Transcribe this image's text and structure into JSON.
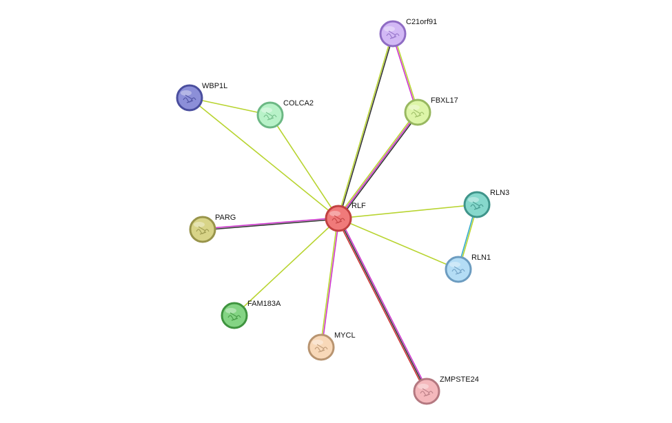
{
  "nodes": [
    {
      "id": "RLF",
      "label": "RLF",
      "color": "#f07a7a",
      "stroke": "#c04040",
      "center": true
    },
    {
      "id": "C21orf91",
      "label": "C21orf91",
      "color": "#d2b8f5",
      "stroke": "#8f6cc4"
    },
    {
      "id": "FBXL17",
      "label": "FBXL17",
      "color": "#ddf5a8",
      "stroke": "#98b860"
    },
    {
      "id": "WBP1L",
      "label": "WBP1L",
      "color": "#8c8fd8",
      "stroke": "#4a4e9e"
    },
    {
      "id": "COLCA2",
      "label": "COLCA2",
      "color": "#b8f2c8",
      "stroke": "#6cb884"
    },
    {
      "id": "RLN3",
      "label": "RLN3",
      "color": "#86d8cc",
      "stroke": "#3f948a"
    },
    {
      "id": "PARG",
      "label": "PARG",
      "color": "#d8d488",
      "stroke": "#98944a"
    },
    {
      "id": "RLN1",
      "label": "RLN1",
      "color": "#b4ddf5",
      "stroke": "#6c9cc0"
    },
    {
      "id": "FAM183A",
      "label": "FAM183A",
      "color": "#84d484",
      "stroke": "#3f943f"
    },
    {
      "id": "MYCL",
      "label": "MYCL",
      "color": "#f8d8b8",
      "stroke": "#b89470"
    },
    {
      "id": "ZMPSTE24",
      "label": "ZMPSTE24",
      "color": "#f4b8bc",
      "stroke": "#b47880"
    }
  ],
  "edges": [
    {
      "source": "RLF",
      "target": "C21orf91",
      "colors": [
        "#b8d430",
        "#333333"
      ]
    },
    {
      "source": "C21orf91",
      "target": "FBXL17",
      "colors": [
        "#b8d430",
        "#cc33cc"
      ]
    },
    {
      "source": "RLF",
      "target": "FBXL17",
      "colors": [
        "#b8d430",
        "#cc33cc",
        "#333333"
      ]
    },
    {
      "source": "WBP1L",
      "target": "COLCA2",
      "colors": [
        "#b8d430"
      ]
    },
    {
      "source": "WBP1L",
      "target": "RLF",
      "colors": [
        "#b8d430"
      ]
    },
    {
      "source": "COLCA2",
      "target": "RLF",
      "colors": [
        "#b8d430"
      ]
    },
    {
      "source": "RLF",
      "target": "RLN3",
      "colors": [
        "#b8d430"
      ]
    },
    {
      "source": "RLF",
      "target": "RLN1",
      "colors": [
        "#b8d430"
      ]
    },
    {
      "source": "RLN3",
      "target": "RLN1",
      "colors": [
        "#b8d430",
        "#33aacc"
      ]
    },
    {
      "source": "PARG",
      "target": "RLF",
      "colors": [
        "#cc33cc",
        "#333333"
      ]
    },
    {
      "source": "FAM183A",
      "target": "RLF",
      "colors": [
        "#b8d430"
      ]
    },
    {
      "source": "MYCL",
      "target": "RLF",
      "colors": [
        "#b8d430",
        "#cc33cc"
      ]
    },
    {
      "source": "ZMPSTE24",
      "target": "RLF",
      "colors": [
        "#cc3333",
        "#333333",
        "#cc33cc"
      ]
    }
  ]
}
